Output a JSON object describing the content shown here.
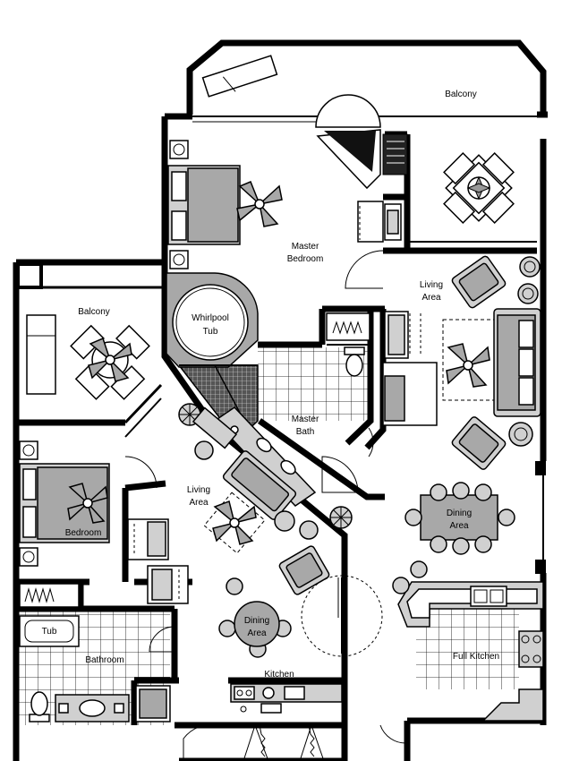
{
  "rooms": {
    "balcony_top": "Balcony",
    "master_bedroom_1": "Master",
    "master_bedroom_2": "Bedroom",
    "living_area_right_1": "Living",
    "living_area_right_2": "Area",
    "balcony_left": "Balcony",
    "whirlpool_1": "Whirlpool",
    "whirlpool_2": "Tub",
    "master_bath_1": "Master",
    "master_bath_2": "Bath",
    "living_area_left_1": "Living",
    "living_area_left_2": "Area",
    "bedroom": "Bedroom",
    "dining_right_1": "Dining",
    "dining_right_2": "Area",
    "tub": "Tub",
    "bathroom": "Bathroom",
    "dining_left_1": "Dining",
    "dining_left_2": "Area",
    "kitchen": "Kitchen",
    "full_kitchen": "Full Kitchen"
  }
}
